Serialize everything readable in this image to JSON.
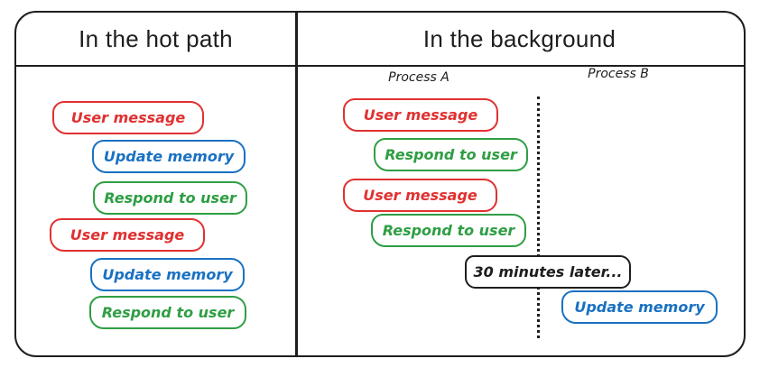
{
  "colors": {
    "red": "#e03131",
    "blue": "#1971c2",
    "green": "#2f9e44",
    "ink": "#1e1e1e"
  },
  "hot_path": {
    "title": "In the hot path",
    "steps": [
      {
        "label": "User message",
        "color": "red"
      },
      {
        "label": "Update memory",
        "color": "blue"
      },
      {
        "label": "Respond to user",
        "color": "green"
      },
      {
        "label": "User message",
        "color": "red"
      },
      {
        "label": "Update memory",
        "color": "blue"
      },
      {
        "label": "Respond to user",
        "color": "green"
      }
    ]
  },
  "background": {
    "title": "In the background",
    "process_a": {
      "label": "Process A",
      "steps": [
        {
          "label": "User message",
          "color": "red"
        },
        {
          "label": "Respond to user",
          "color": "green"
        },
        {
          "label": "User message",
          "color": "red"
        },
        {
          "label": "Respond to user",
          "color": "green"
        }
      ]
    },
    "delay_note": "30 minutes later...",
    "process_b": {
      "label": "Process B",
      "steps": [
        {
          "label": "Update memory",
          "color": "blue"
        }
      ]
    }
  }
}
